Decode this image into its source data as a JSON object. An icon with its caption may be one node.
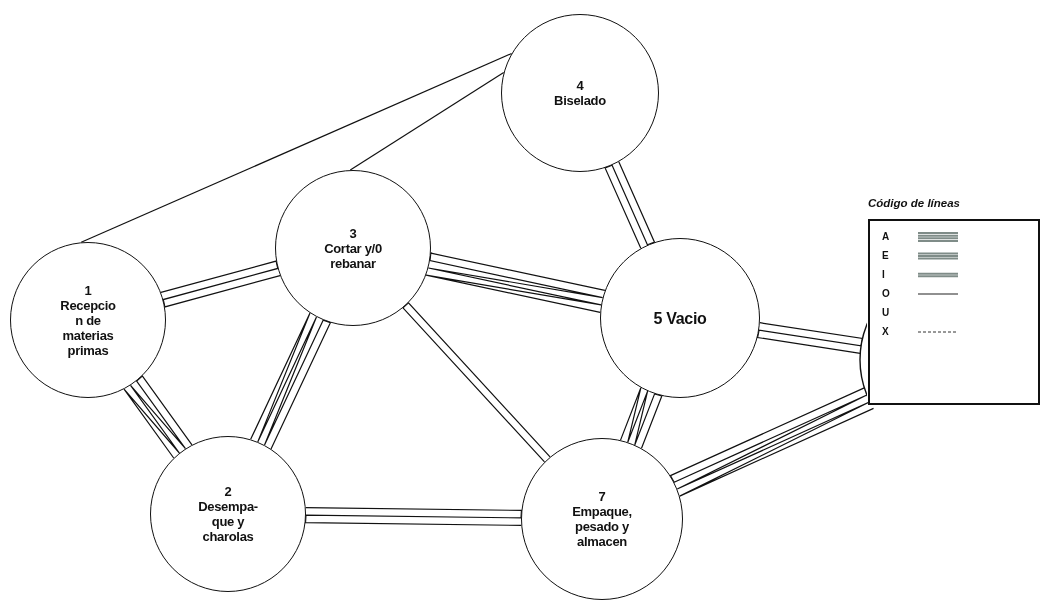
{
  "diagram": {
    "nodes": [
      {
        "text": [
          "1",
          "Recepcio n de materias primas"
        ]
      },
      {
        "text": [
          "2",
          "Desempa- que y charolas"
        ]
      },
      {
        "text": [
          "3",
          "Cortar y/0 rebanar"
        ]
      },
      {
        "text": [
          "4",
          "Biselado"
        ]
      },
      {
        "text": [
          "5 Vacio"
        ]
      },
      {
        "text": [
          "7",
          "Empaque, pesado y almacen"
        ]
      },
      {
        "text": [],
        "shape": "circle"
      }
    ],
    "edges": [
      {
        "from": 0,
        "to": 3,
        "arrow": "none"
      },
      {
        "from": 2,
        "to": 3,
        "arrow": "none"
      },
      {
        "from": 0,
        "to": 2,
        "arrow": "none"
      },
      {
        "from": 0,
        "to": 1,
        "arrow": "none"
      },
      {
        "from": 2,
        "to": 1,
        "arrow": "none"
      },
      {
        "from": 2,
        "to": 4,
        "arrow": "none"
      },
      {
        "from": 2,
        "to": 5,
        "arrow": "none"
      },
      {
        "from": 3,
        "to": 4,
        "arrow": "none"
      },
      {
        "from": 4,
        "to": 5,
        "arrow": "none"
      },
      {
        "from": 1,
        "to": 5,
        "arrow": "none"
      },
      {
        "from": 4,
        "to": 6,
        "arrow": "none"
      },
      {
        "from": 5,
        "to": 6,
        "arrow": "none"
      }
    ],
    "labels": [
      "Código de líneas"
    ],
    "legend": [
      {
        "text": "A"
      },
      {
        "text": "E"
      },
      {
        "text": "I"
      },
      {
        "text": "O"
      },
      {
        "text": "U"
      },
      {
        "text": "X"
      }
    ]
  }
}
